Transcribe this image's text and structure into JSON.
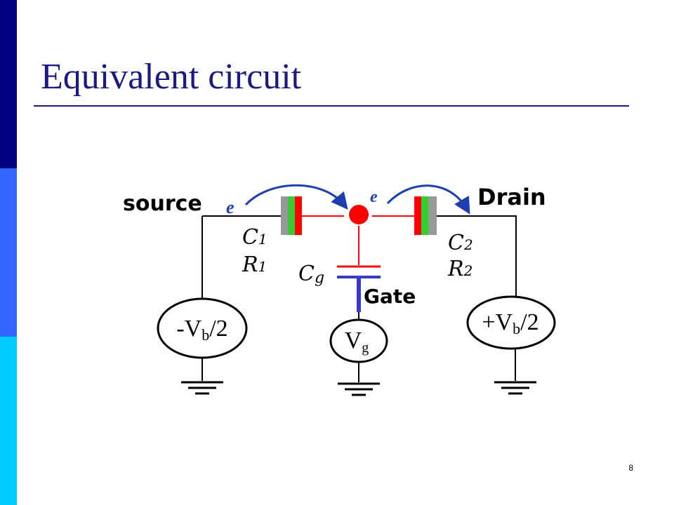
{
  "slide": {
    "title": "Equivalent circuit",
    "page_number": "8"
  },
  "diagram": {
    "labels": {
      "source": "source",
      "drain": "Drain",
      "electron_left": "e",
      "electron_right": "e",
      "c1_letter": "C",
      "c1_sub": "1",
      "r1_letter": "R",
      "r1_sub": "1",
      "c2_letter": "C",
      "c2_sub": "2",
      "r2_letter": "R",
      "r2_sub": "2",
      "cg_letter": "C",
      "cg_sub": "g",
      "gate": "Gate",
      "left_source_prefix": "-V",
      "left_source_sub": "b",
      "left_source_suffix": "/2",
      "gate_source_letter": "V",
      "gate_source_sub": "g",
      "right_source_prefix": "+V",
      "right_source_sub": "b",
      "right_source_suffix": "/2"
    },
    "colors": {
      "wire": "#000000",
      "island_wire": "#ff0000",
      "island_dot": "#ff0000",
      "arrow": "#1f3fb0",
      "gate_capacitor": "#3a3ac8",
      "junction_gray": "#999999",
      "junction_green": "#33cc33",
      "junction_red": "#ff0000"
    }
  }
}
